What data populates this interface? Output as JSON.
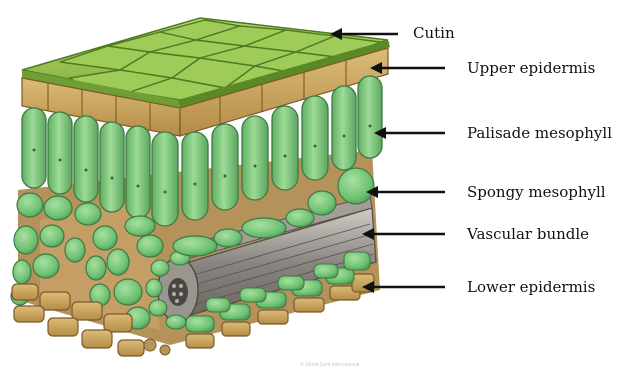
{
  "figure": {
    "labels": [
      {
        "id": "cutin",
        "text": "Cutin"
      },
      {
        "id": "upper-epidermis",
        "text": "Upper epidermis"
      },
      {
        "id": "palisade-mesophyll",
        "text": "Palisade mesophyll"
      },
      {
        "id": "spongy-mesophyll",
        "text": "Spongy mesophyll"
      },
      {
        "id": "vascular-bundle",
        "text": "Vascular bundle"
      },
      {
        "id": "lower-epidermis",
        "text": "Lower epidermis"
      }
    ],
    "credit": "© Gloria Sara International",
    "colors": {
      "cuticle": "#8ab84a",
      "cell_green": "#79c97a",
      "epidermis_tan": "#c9a45c",
      "vascular_gray": "#8e8a86",
      "background": "#ffffff"
    }
  }
}
